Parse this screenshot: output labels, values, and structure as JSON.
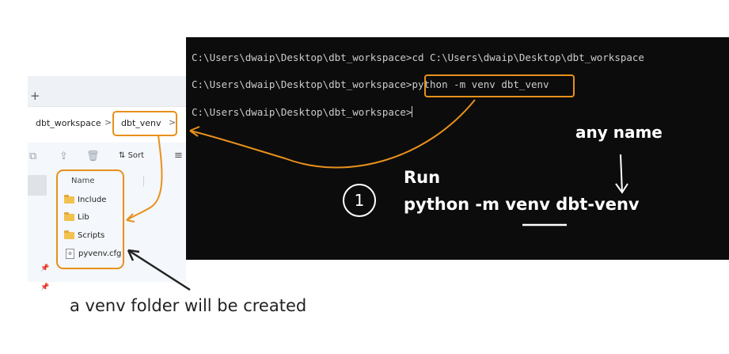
{
  "explorer": {
    "new_tab_icon": "plus-icon",
    "breadcrumb": {
      "items": [
        "dbt_workspace",
        "dbt_venv"
      ],
      "separator": ">"
    },
    "toolbar": {
      "sort_label": "Sort",
      "icons": [
        "copy-icon",
        "share-icon",
        "trash-icon",
        "sort-icon",
        "more-icon"
      ]
    },
    "files": {
      "column_name": "Name",
      "items": [
        {
          "name": "Include",
          "icon": "folder-icon"
        },
        {
          "name": "Lib",
          "icon": "folder-icon"
        },
        {
          "name": "Scripts",
          "icon": "folder-icon"
        },
        {
          "name": "pyvenv.cfg",
          "icon": "cfg-file-icon"
        }
      ]
    }
  },
  "terminal": {
    "lines": [
      "C:\\Users\\dwaip\\Desktop\\dbt_workspace>cd C:\\Users\\dwaip\\Desktop\\dbt_workspace",
      "C:\\Users\\dwaip\\Desktop\\dbt_workspace>",
      "C:\\Users\\dwaip\\Desktop\\dbt_workspace>"
    ],
    "highlighted_command": "python -m venv dbt_venv"
  },
  "annotations": {
    "step_number": "1",
    "run_label": "Run",
    "run_command_prefix": "python -m ",
    "run_command_underlined": "venv",
    "run_command_suffix": " dbt-venv",
    "any_name": "any name",
    "venv_note": "a venv folder will be created",
    "highlight_color": "#e8901c"
  }
}
